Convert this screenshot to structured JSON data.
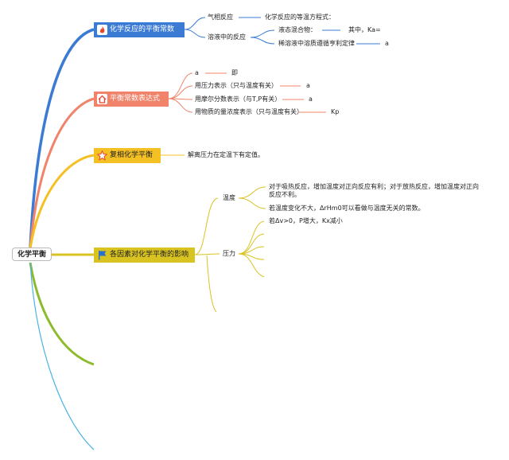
{
  "root": {
    "label": "化学平衡"
  },
  "branches": [
    {
      "label": "化学反应的平衡常数",
      "color": "#3b7bd4",
      "icon": "fire-icon"
    },
    {
      "label": "平衡常数表达式",
      "color": "#f0836a",
      "icon": "home-icon"
    },
    {
      "label": "复相化学平衡",
      "color": "#f5c023",
      "icon": "star-icon"
    },
    {
      "label": "各因素对化学平衡的影响",
      "color": "#d9c320",
      "icon": "flag-icon"
    }
  ],
  "b1": {
    "gas": "气相反应",
    "gas_child": "化学反应的等温方程式：",
    "solution": "溶液中的反应",
    "liquid_mix": "液态混合物：",
    "liquid_mix_child": "其中，Ka=",
    "dilute": "稀溶液中溶质遵循亨利定律",
    "dilute_child": "a"
  },
  "b2": {
    "r1": "a",
    "r1_child": "即",
    "r2": "用压力表示（只与温度有关）",
    "r2_child": "a",
    "r3": "用摩尔分数表示（与T,P有关）",
    "r3_child": "a",
    "r4": "用物质的量浓度表示（只与温度有关）",
    "r4_child": "Kp"
  },
  "b3": {
    "child": "解离压力在定温下有定值。"
  },
  "b4": {
    "temp": "温度",
    "temp_c1": "对于吸热反应，增加温度对正向反应有利；对于放热反应，增加温度对正向反应不利。",
    "temp_c2": "若温度变化不大，ΔrHm0可以看做与温度无关的常数。",
    "pressure": "压力",
    "pressure_c1": "若Δv>0，P增大，Kx减小"
  }
}
